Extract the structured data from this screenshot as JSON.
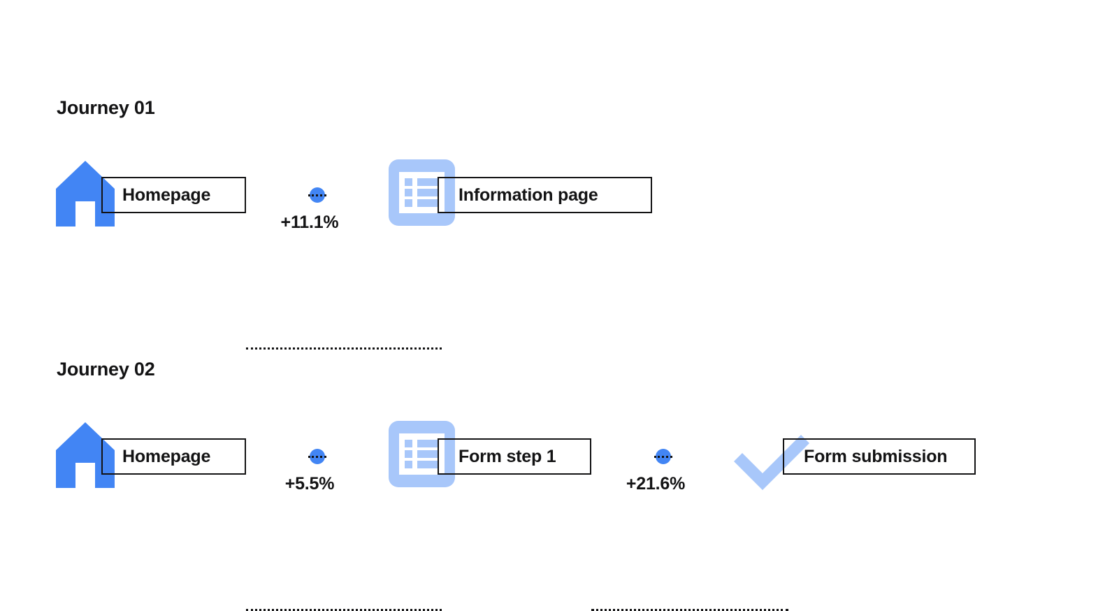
{
  "page": {
    "background_color": "#ffffff",
    "accent_color": "#4285F4",
    "accent_light_color": "#A8C7FA",
    "text_color": "#131314"
  },
  "journeys": [
    {
      "title": "Journey 01",
      "steps": [
        {
          "icon": "house-icon",
          "label": "Homepage"
        },
        {
          "icon": "document-list-icon",
          "label": "Information page"
        }
      ],
      "transitions": [
        {
          "value": "+11.1%"
        }
      ]
    },
    {
      "title": "Journey 02",
      "steps": [
        {
          "icon": "house-icon",
          "label": "Homepage"
        },
        {
          "icon": "document-list-icon",
          "label": "Form step 1"
        },
        {
          "icon": "check-icon",
          "label": "Form submission"
        }
      ],
      "transitions": [
        {
          "value": "+5.5%"
        },
        {
          "value": "+21.6%"
        }
      ]
    }
  ]
}
